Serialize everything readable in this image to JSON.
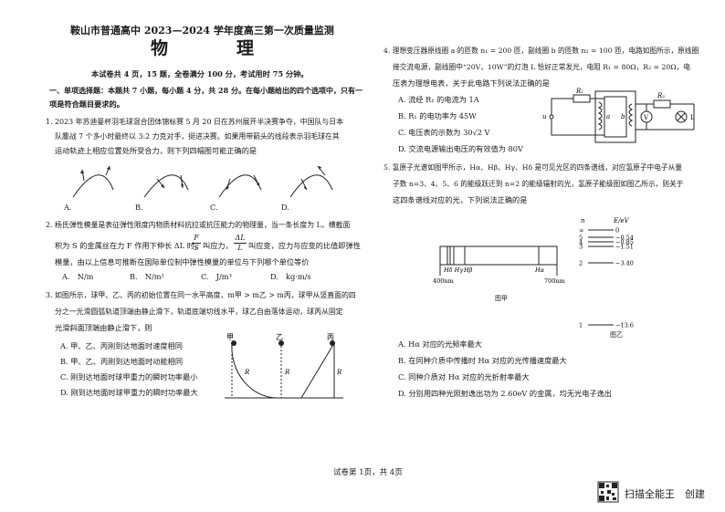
{
  "header": {
    "title": "鞍山市普通高中 2023—2024 学年度高三第一次质量监测",
    "subject": "物　理",
    "info": "本试卷共 4 页，15 题，全卷满分 100 分，考试用时 75 分钟。"
  },
  "section1": {
    "heading": "一、单项选择题：本题共 7 小题，每小题 4 分，共 28 分。在每小题给出的四个选项中，只有一",
    "heading2": "项是符合题目要求的。"
  },
  "q1": {
    "l1": "1. 2023 年苏迪曼杯羽毛球混合团体锦标赛 5 月 20 日在苏州展开半决赛争夺，中国队与日本",
    "l2": "队鏖战 7 个多小时最终以 3:2 力克对手，挺进决赛。如果用带箭头的线段表示羽毛球在其",
    "l3": "运动轨迹上相应位置处所受合力，则下列四幅图可能正确的是",
    "options": [
      "A.",
      "B.",
      "C.",
      "D."
    ]
  },
  "q2": {
    "l1": "2. 杨氏弹性模量是表征弹性限度内物质材料抗拉或抗压能力的物理量，当一条长度为 L，横截面",
    "l2a": "积为 S 的金属丝在力 F 作用下伸长 ΔL 时，",
    "frac1_num": "F",
    "frac1_den": "S",
    "mid1": "叫应力，",
    "frac2_num": "ΔL",
    "frac2_den": "L",
    "l2b": "叫应变，应力与应变的比值即弹性",
    "l3": "模量，由以上信息可推断在国际单位制中弹性模量的单位与下列哪个单位等价",
    "options": [
      "A.　N/m",
      "B.　N/m²",
      "C.　J/m³",
      "D.　kg·m/s"
    ]
  },
  "q3": {
    "l1": "3. 如图所示，球甲、乙、丙的初始位置在同一水平高度，m甲 > m乙 > m丙，球甲从竖直面的四",
    "l2": "分之一光滑圆弧轨道顶端由静止滑下，轨道底端切线水平，球乙自由落体运动，球丙从固定",
    "l3": "光滑斜面顶端由静止滑下，则",
    "optA": "A. 甲、乙、丙刚到达地面时速度相同",
    "optB": "B. 甲、乙、丙刚到达地面时动能相同",
    "optC": "C. 刚到达地面时球甲重力的瞬时功率最小",
    "optD": "D. 刚到达地面时球甲重力的瞬时功率最大",
    "labels": [
      "甲",
      "乙",
      "丙",
      "R",
      "R",
      "R"
    ]
  },
  "q4": {
    "l1": "4. 理想变压器原线圈 a 的匝数 n₁ = 200 匝，副线圈 b 的匝数 n₂ = 100 匝，电路如图所示，原线圈",
    "l2": "接交流电源，副线圈中“20V，10W”的灯泡 L 恰好正常发光，电阻 R₁ = 80Ω，R₂ = 20Ω，电",
    "l3": "压表为理想电表，关于此电路下列说法正确的是",
    "optA": "A. 流经 R₁ 的电流为 1A",
    "optB": "B. R₁ 的电功率为 45W",
    "optC": "C. 电压表的示数为 30√2 V",
    "optD": "D. 交流电源输出电压的有效值为 80V",
    "circuit_labels": [
      "u",
      "R₁",
      "a",
      "b",
      "V",
      "R₂",
      "L"
    ]
  },
  "q5": {
    "l1": "5. 氢原子光谱如图甲所示，Hα、Hβ、Hγ、Hδ 是可见光区的四条谱线，对应氢原子中电子从量",
    "l2": "子数 n=3、4、5、6 的能级跃迁到 n=2 的能级辐射的光，氢原子能级图如图乙所示，则关于",
    "l3": "这四条谱线对应的光，下列说法正确的是",
    "spectrum_labels": [
      "Hδ Hγ",
      "Hβ",
      "Hα"
    ],
    "wavelengths": [
      "400nm",
      "700nm"
    ],
    "fig_a": "图甲",
    "fig_b": "图乙",
    "levels": [
      {
        "n": "∞",
        "E": "0"
      },
      {
        "n": "5",
        "E": "−0.54"
      },
      {
        "n": "4",
        "E": "−0.85"
      },
      {
        "n": "3",
        "E": "−1.51"
      },
      {
        "n": "2",
        "E": "−3.40"
      },
      {
        "n": "1",
        "E": "−13.6"
      }
    ],
    "n_label": "n",
    "e_label": "E/eV",
    "optA": "A. Hα 对应的光频率最大",
    "optB": "B. 在同种介质中传播时 Hα 对应的光传播速度最大",
    "optC": "C. 同种介质对 Hα 对应的光折射率最大",
    "optD": "D. 分别用四种光照射逸出功为 2.60eV 的金属，均无光电子逸出"
  },
  "footer": "试卷第 1页，共 4页",
  "watermark": "扫描全能王　创建"
}
